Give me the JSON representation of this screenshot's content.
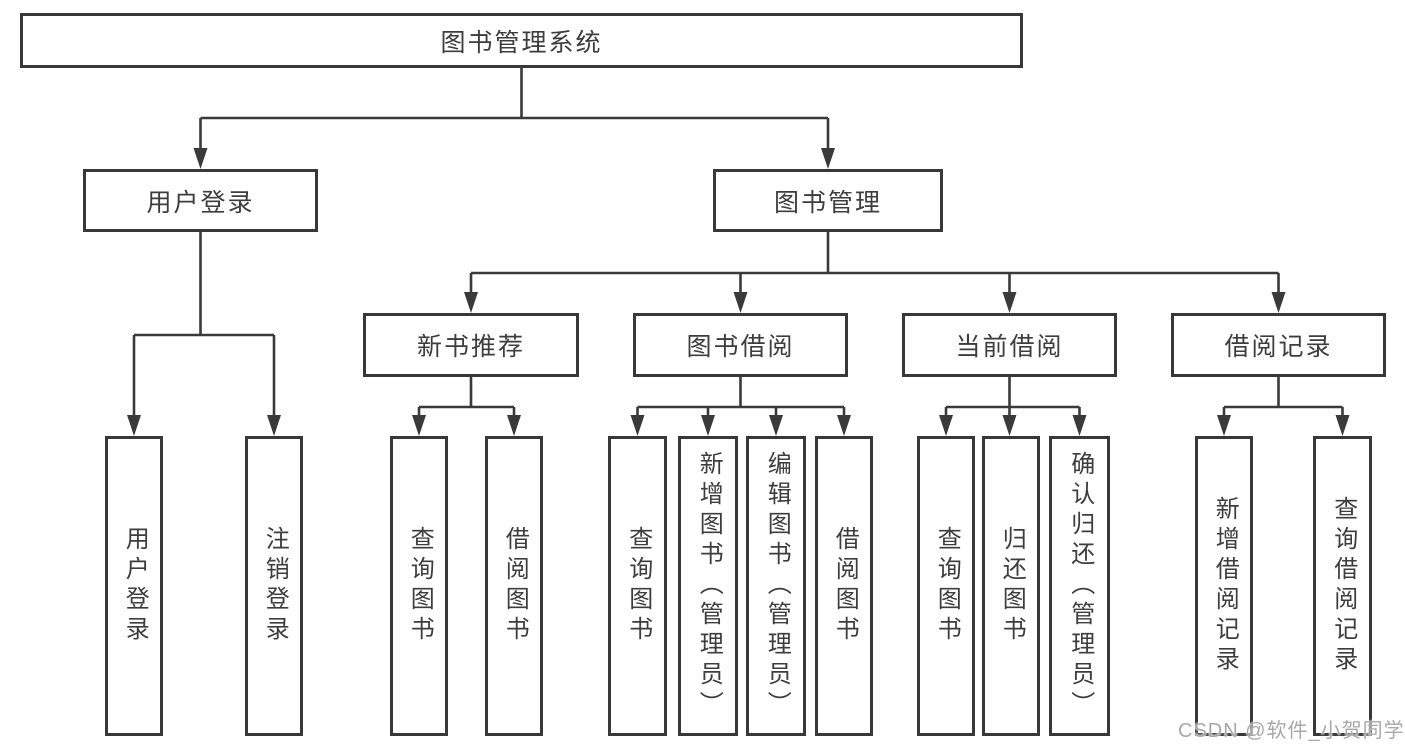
{
  "tree": {
    "label": "图书管理系统",
    "children": [
      {
        "label": "用户登录",
        "children": [
          {
            "label": "用户登录"
          },
          {
            "label": "注销登录"
          }
        ]
      },
      {
        "label": "图书管理",
        "children": [
          {
            "label": "新书推荐",
            "children": [
              {
                "label": "查询图书"
              },
              {
                "label": "借阅图书"
              }
            ]
          },
          {
            "label": "图书借阅",
            "children": [
              {
                "label": "查询图书"
              },
              {
                "label": "新增图书（管理员）"
              },
              {
                "label": "编辑图书（管理员）"
              },
              {
                "label": "借阅图书"
              }
            ]
          },
          {
            "label": "当前借阅",
            "children": [
              {
                "label": "查询图书"
              },
              {
                "label": "归还图书"
              },
              {
                "label": "确认归还（管理员）"
              }
            ]
          },
          {
            "label": "借阅记录",
            "children": [
              {
                "label": "新增借阅记录"
              },
              {
                "label": "查询借阅记录"
              }
            ]
          }
        ]
      }
    ]
  },
  "watermark": {
    "text": "CSDN @软件_小贺同学"
  },
  "colors": {
    "line": "#3a3a3a",
    "border": "#383838",
    "text": "#3d3d3d",
    "background": "#ffffff",
    "watermark": "#a8a8a8"
  }
}
